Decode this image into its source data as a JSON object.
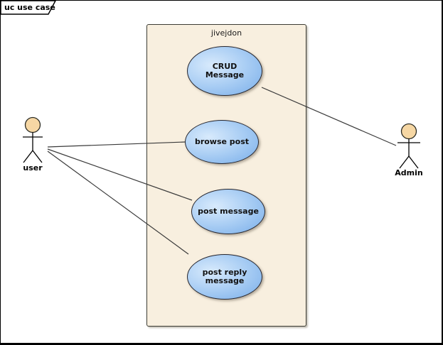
{
  "frame": {
    "tab_label": "uc use case"
  },
  "system_boundary": {
    "label": "jivejdon"
  },
  "use_cases": [
    {
      "label": "CRUD Message"
    },
    {
      "label": "browse post"
    },
    {
      "label": "post message"
    },
    {
      "label": "post reply message"
    }
  ],
  "actors": [
    {
      "label": "user"
    },
    {
      "label": "Admin"
    }
  ],
  "associations": [
    {
      "from": "user",
      "to": "browse post"
    },
    {
      "from": "user",
      "to": "post message"
    },
    {
      "from": "user",
      "to": "post reply message"
    },
    {
      "from": "CRUD Message",
      "to": "Admin"
    }
  ],
  "colors": {
    "boundary_fill": "#F8EFDF",
    "usecase_light": "#D8EAFC",
    "usecase_dark": "#78ADE9",
    "actor_head": "#F6D7A4",
    "connector": "#3A3A3A"
  }
}
